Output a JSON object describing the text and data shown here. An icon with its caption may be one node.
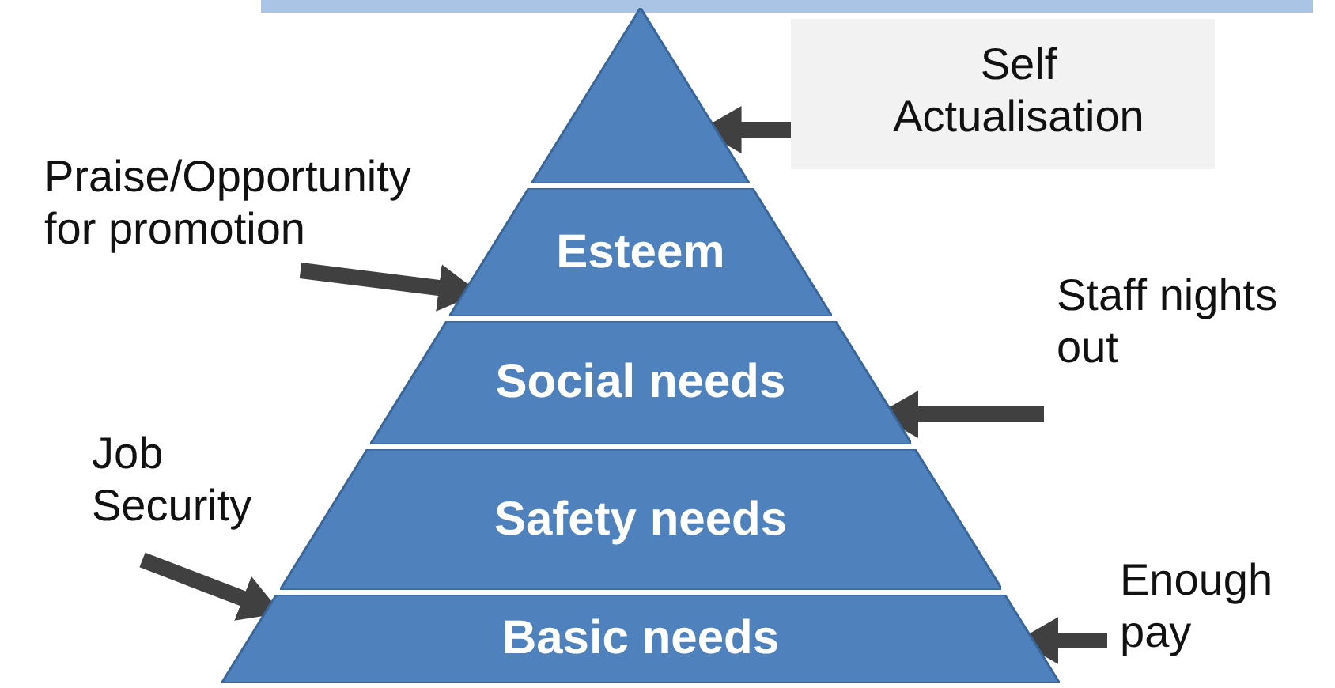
{
  "diagram": {
    "nodes": [
      {
        "text": [
          "Self Actualisation"
        ]
      },
      {
        "text": [],
        "shape": "triangle"
      },
      {
        "text": [
          "Praise/Opportunity for promotion"
        ]
      },
      {
        "text": [
          "Esteem"
        ]
      },
      {
        "text": [
          "Staff nights out"
        ]
      },
      {
        "text": [
          "Social needs"
        ]
      },
      {
        "text": [
          "Job Security"
        ]
      },
      {
        "text": [
          "Safety needs"
        ]
      },
      {
        "text": [
          "Enough pay"
        ]
      },
      {
        "text": [
          "Basic needs"
        ]
      }
    ],
    "edges": [
      {
        "from": 0,
        "to": 1,
        "arrow": "to"
      },
      {
        "from": 2,
        "to": 3,
        "arrow": "to"
      },
      {
        "from": 4,
        "to": 5,
        "arrow": "to"
      },
      {
        "from": 6,
        "to": 9,
        "arrow": "to"
      },
      {
        "from": 8,
        "to": 9,
        "arrow": "to"
      }
    ]
  }
}
